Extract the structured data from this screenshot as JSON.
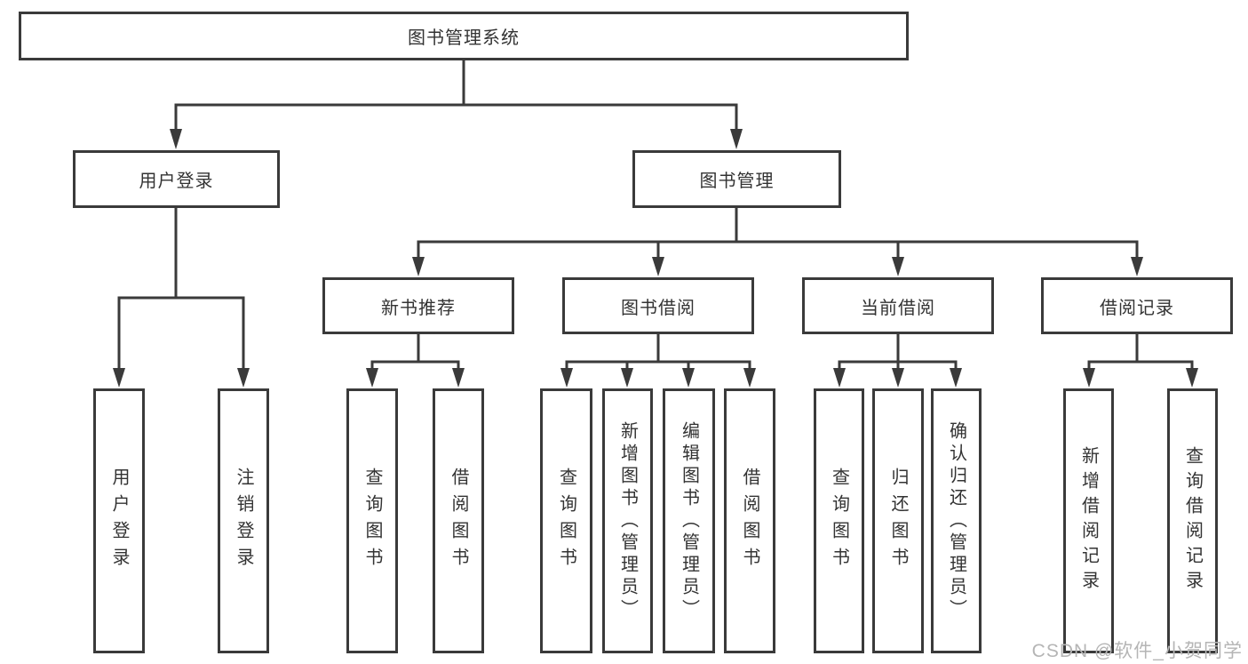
{
  "diagram": {
    "type": "hierarchy-tree",
    "watermark": "CSDN @软件_小贺同学",
    "colors": {
      "background": "#ffffff",
      "line": "#3a3a3a",
      "box_border": "#3a3a3a",
      "text": "#333333",
      "watermark": "#b5b5b5"
    },
    "tree": {
      "label": "图书管理系统",
      "children": [
        {
          "label": "用户登录",
          "children": [
            {
              "label": "用户登录"
            },
            {
              "label": "注销登录"
            }
          ]
        },
        {
          "label": "图书管理",
          "children": [
            {
              "label": "新书推荐",
              "children": [
                {
                  "label": "查询图书"
                },
                {
                  "label": "借阅图书"
                }
              ]
            },
            {
              "label": "图书借阅",
              "children": [
                {
                  "label": "查询图书"
                },
                {
                  "label": "新增图书（管理员）"
                },
                {
                  "label": "编辑图书（管理员）"
                },
                {
                  "label": "借阅图书"
                }
              ]
            },
            {
              "label": "当前借阅",
              "children": [
                {
                  "label": "查询图书"
                },
                {
                  "label": "归还图书"
                },
                {
                  "label": "确认归还（管理员）"
                }
              ]
            },
            {
              "label": "借阅记录",
              "children": [
                {
                  "label": "新增借阅记录"
                },
                {
                  "label": "查询借阅记录"
                }
              ]
            }
          ]
        }
      ]
    }
  }
}
